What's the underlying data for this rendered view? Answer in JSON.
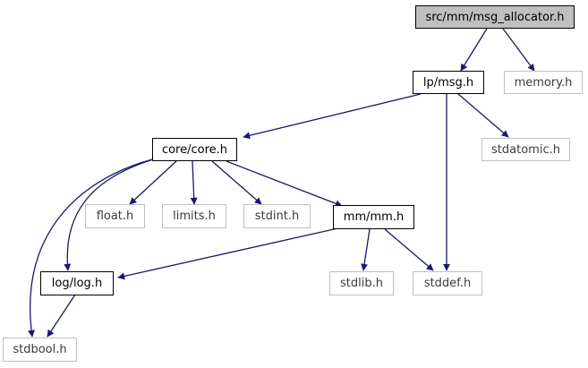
{
  "colors": {
    "edge": "#191970",
    "root_fill": "#bfbfbf",
    "system_border": "#bfbfbf",
    "primary_border": "#000000"
  },
  "nodes": {
    "msg_allocator": "src/mm/msg_allocator.h",
    "msg": "lp/msg.h",
    "memory": "memory.h",
    "core": "core/core.h",
    "stdatomic": "stdatomic.h",
    "float": "float.h",
    "limits": "limits.h",
    "stdint": "stdint.h",
    "mm": "mm/mm.h",
    "log": "log/log.h",
    "stdlib": "stdlib.h",
    "stddef": "stddef.h",
    "stdbool": "stdbool.h"
  }
}
